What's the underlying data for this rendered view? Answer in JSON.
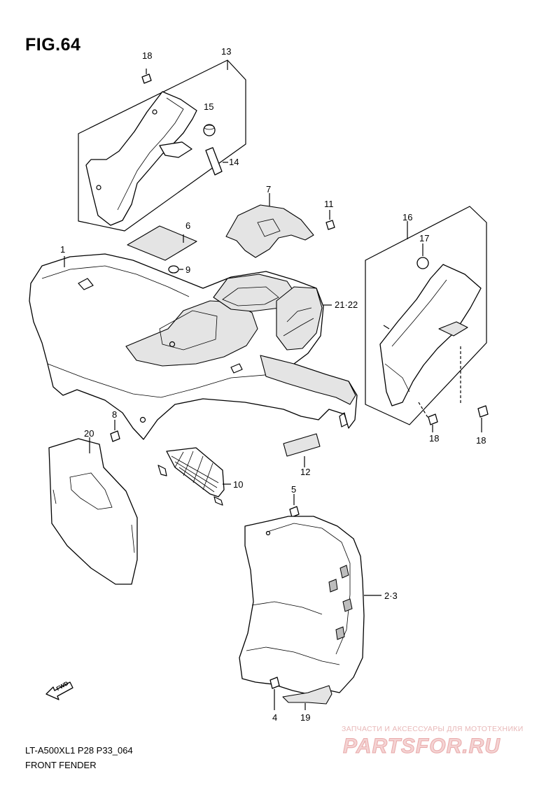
{
  "figure": {
    "title": "FIG.64"
  },
  "footer": {
    "model_code": "LT-A500XL1 P28 P33_064",
    "section_name": "FRONT FENDER"
  },
  "watermark": {
    "line1": "ЗАПЧАСТИ И АКСЕССУАРЫ ДЛЯ МОТОТЕХНИКИ",
    "line2": "PARTSFOR.RU"
  },
  "fwd_label": "FWD",
  "parts": {
    "p1": "1",
    "p2_3": "2·3",
    "p4": "4",
    "p5": "5",
    "p6": "6",
    "p7": "7",
    "p8": "8",
    "p9": "9",
    "p10": "10",
    "p11": "11",
    "p12": "12",
    "p13": "13",
    "p14": "14",
    "p15": "15",
    "p16": "16",
    "p17": "17",
    "p18": "18",
    "p19": "19",
    "p20": "20",
    "p21_22": "21·22"
  }
}
